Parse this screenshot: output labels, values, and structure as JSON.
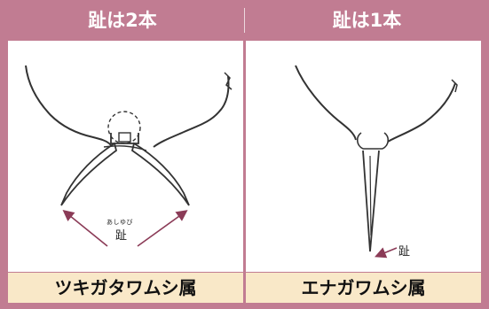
{
  "header": {
    "left_title": "趾は2本",
    "right_title": "趾は1本"
  },
  "left_panel": {
    "toe_ruby": "あしゆび",
    "toe_label": "趾",
    "genus": "ツキガタワムシ属"
  },
  "right_panel": {
    "toe_label": "趾",
    "genus": "エナガワムシ属"
  },
  "colors": {
    "frame": "#c17c92",
    "footer_bg": "#f9e8c8",
    "header_text": "#ffffff",
    "arrow": "#8b3b57"
  }
}
